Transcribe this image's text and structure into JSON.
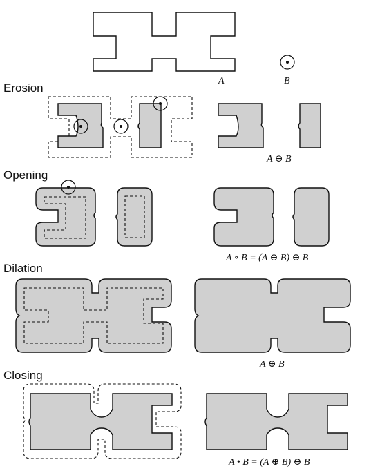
{
  "labels": {
    "set_a": "A",
    "set_b": "B"
  },
  "sections": {
    "erosion": {
      "title": "Erosion",
      "formula": "A ⊖ B"
    },
    "opening": {
      "title": "Opening",
      "formula": "A ∘ B = (A ⊖ B) ⊕ B"
    },
    "dilation": {
      "title": "Dilation",
      "formula": "A ⊕ B"
    },
    "closing": {
      "title": "Closing",
      "formula": "A • B = (A ⊕ B) ⊖ B"
    }
  }
}
